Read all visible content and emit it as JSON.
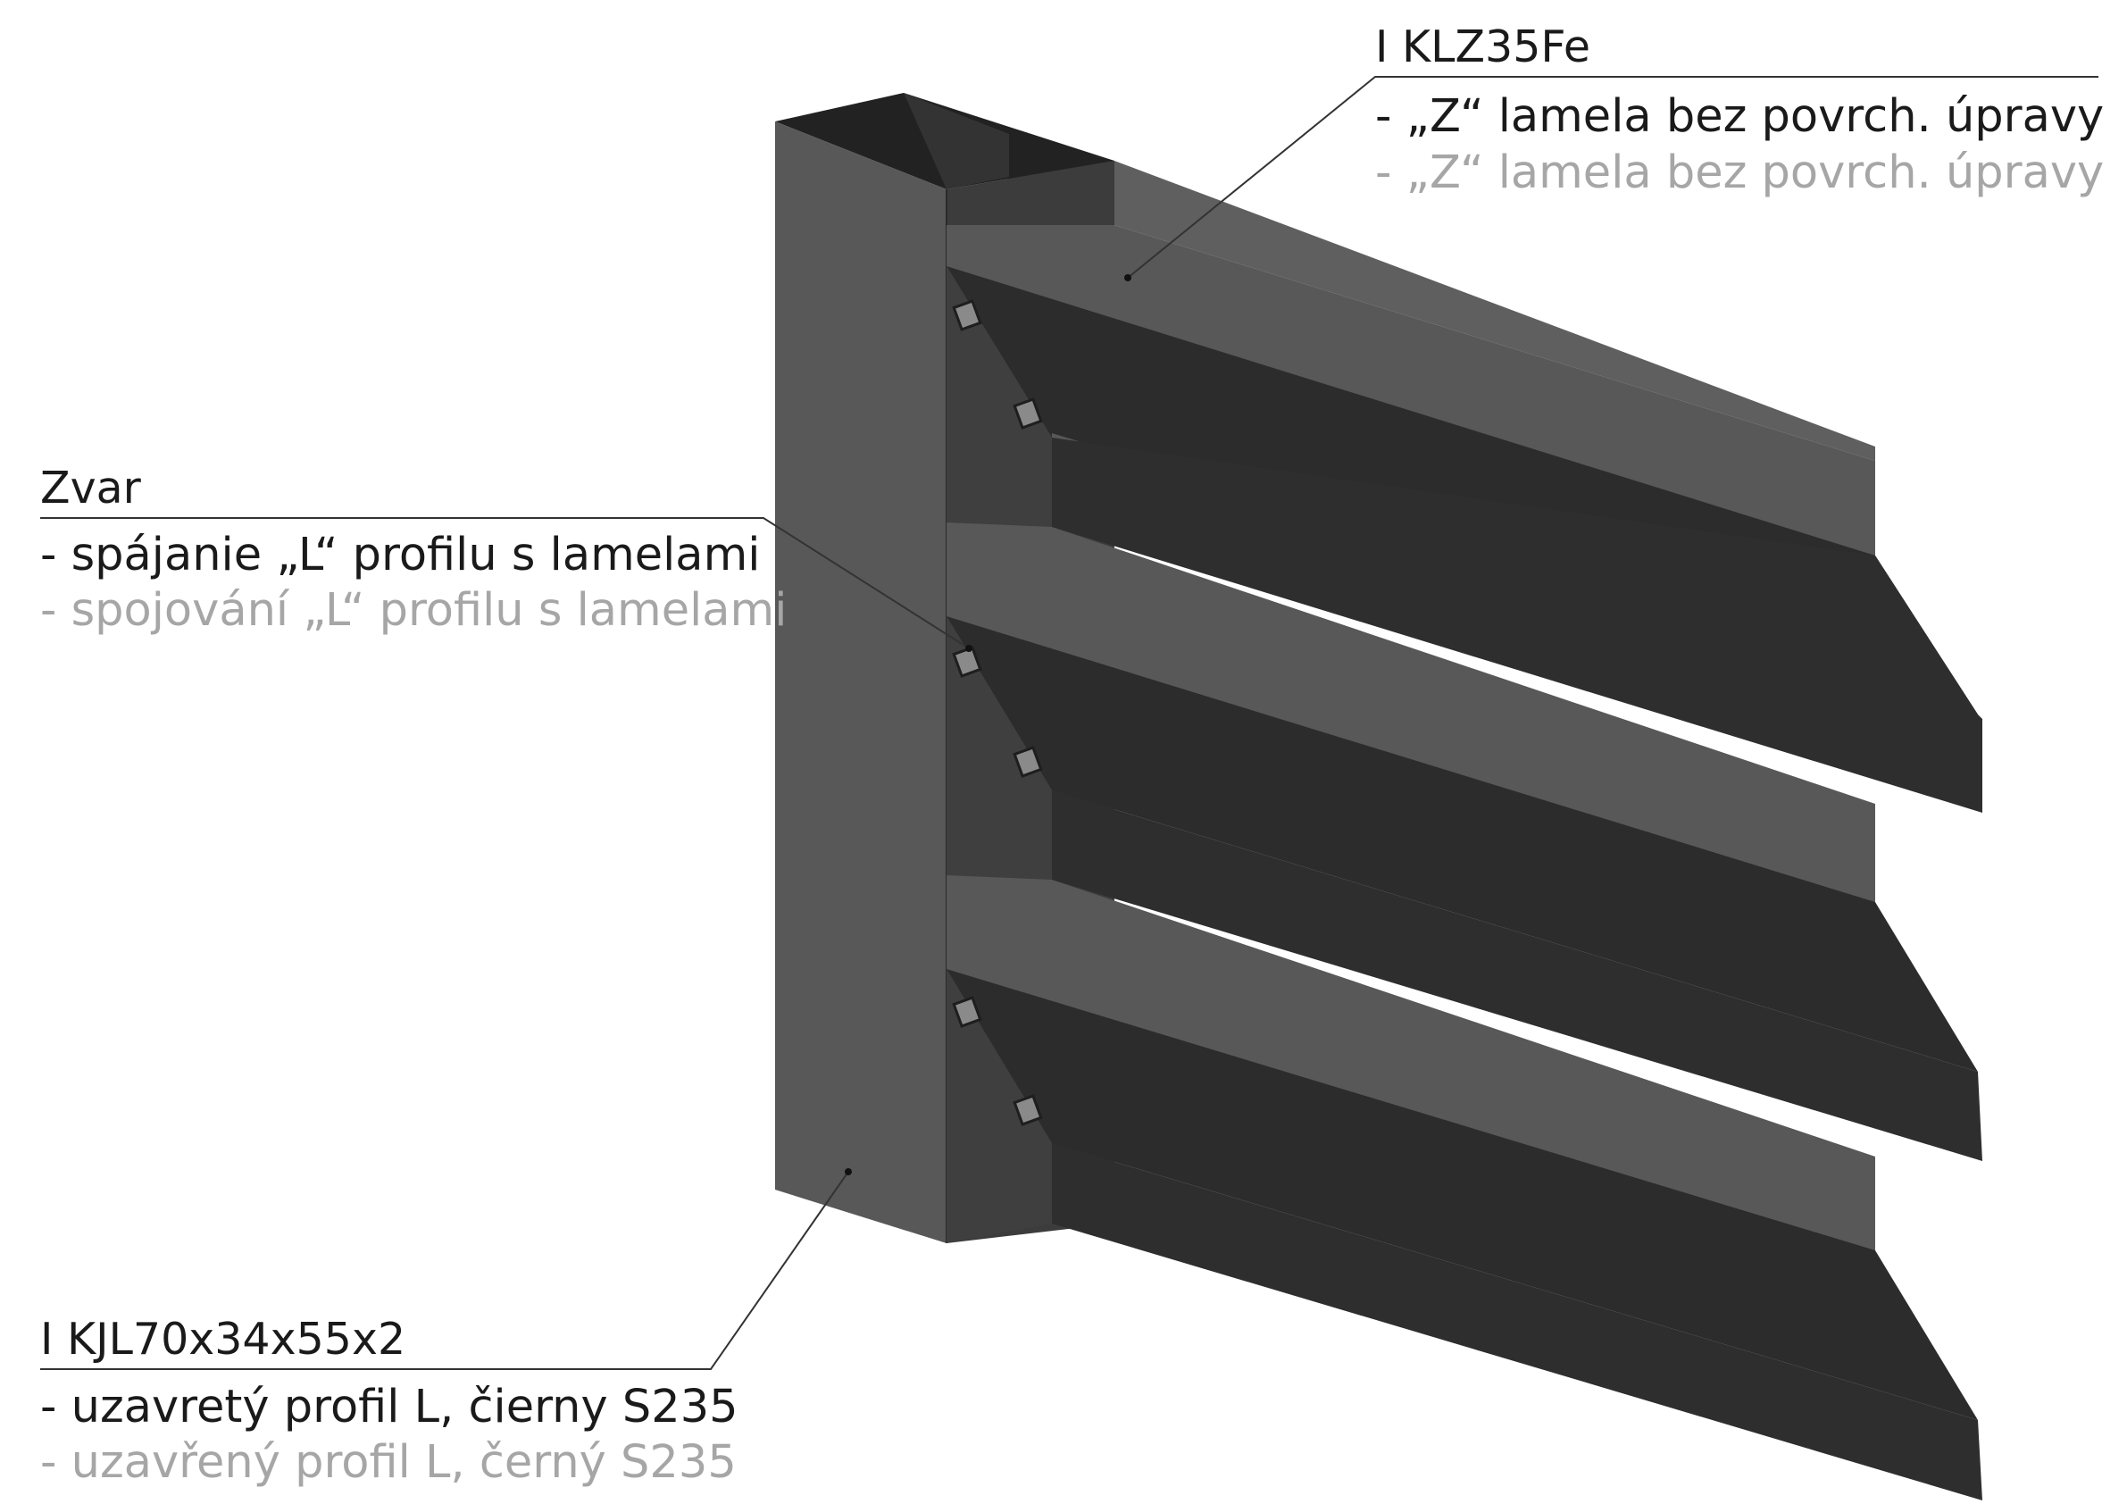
{
  "colors": {
    "steel_front": "#585858",
    "steel_side": "#3a3a3a",
    "steel_dark": "#262626",
    "steel_light": "#5f5f5f",
    "leader_line": "#333333",
    "text_primary": "#1a1a1a",
    "text_secondary": "#a6a6a6"
  },
  "callouts": {
    "lamella": {
      "title": "I KLZ35Fe",
      "line_sk": "- „Z“ lamela bez povrch. úpravy",
      "line_cz": "- „Z“ lamela bez povrch. úpravy"
    },
    "weld": {
      "title": "Zvar",
      "line_sk": "- spájanie „L“ profilu s lamelami",
      "line_cz": "- spojování „L“ profilu s lamelami"
    },
    "post": {
      "title": "I KJL70x34x55x2",
      "line_sk": "- uzavretý profil L, čierny S235",
      "line_cz": "- uzavřený profil L, černý S235"
    }
  }
}
